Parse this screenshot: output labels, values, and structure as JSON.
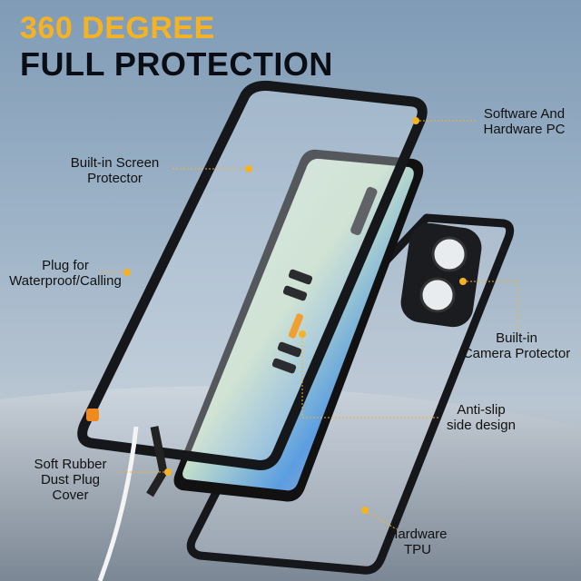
{
  "headline": {
    "line1": "360 DEGREE",
    "line2": "FULL PROTECTION"
  },
  "colors": {
    "accent": "#f5b324",
    "headline_dark": "#0a0d14",
    "case_frame": "#15171b"
  },
  "callouts": [
    {
      "text": "Built-in Screen\nProtector"
    },
    {
      "text": "Software And\nHardware PC"
    },
    {
      "text": "Plug for\nWaterproof/Calling"
    },
    {
      "text": "Built-in\nCamera Protector"
    },
    {
      "text": "Anti-slip\nside design"
    },
    {
      "text": "Soft Rubber\nDust Plug\nCover"
    },
    {
      "text": "Hardware\nTPU"
    }
  ]
}
